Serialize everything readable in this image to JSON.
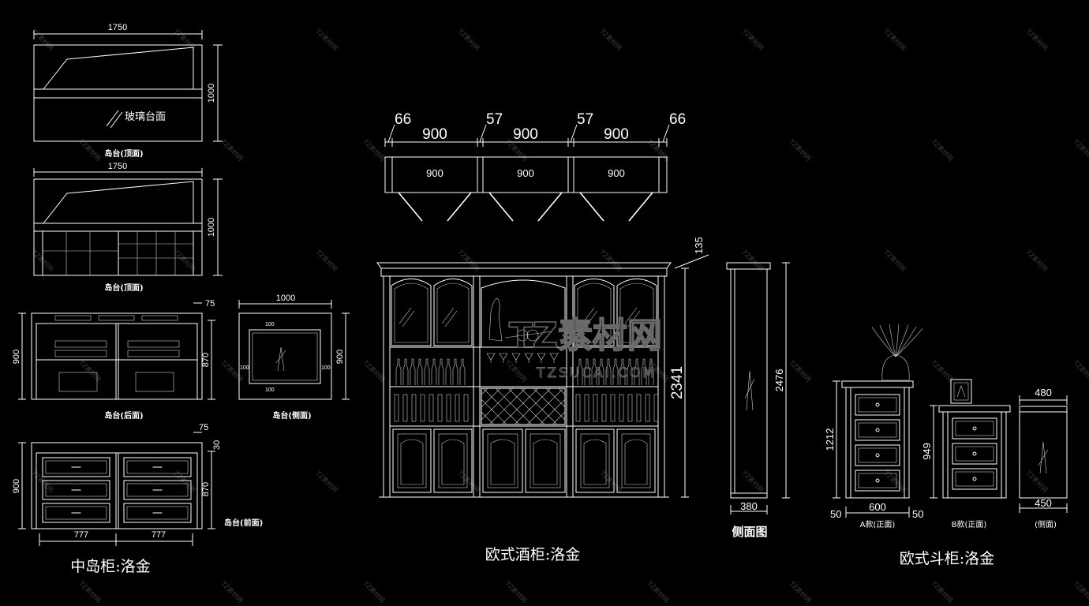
{
  "left_group": {
    "view1": {
      "width_dim": "1750",
      "height_dim": "1000",
      "glass_label": "玻璃台面",
      "caption": "岛台(顶面)"
    },
    "view2": {
      "width_dim": "1750",
      "height_dim": "1000",
      "caption": "岛台(顶面)"
    },
    "view3": {
      "small_dim": "75",
      "height_left": "900",
      "height_right": "870",
      "caption": "岛台(后面)"
    },
    "view4": {
      "width_dim": "1000",
      "height_dim": "900",
      "margin_left": "100",
      "margin_right": "100",
      "margin_top": "100",
      "margin_bottom": "100",
      "caption": "岛台(侧面)"
    },
    "view5": {
      "small_dim": "75",
      "top_dim": "30",
      "height_left": "900",
      "height_right": "870",
      "width_a": "777",
      "width_b": "777",
      "caption": "岛台(前面)"
    },
    "title": "中岛柜:洛金"
  },
  "middle_group": {
    "top_plan": {
      "gap_a": "66",
      "gap_b": "57",
      "gap_c": "57",
      "gap_d": "66",
      "top_widths": [
        "900",
        "900",
        "900"
      ],
      "inner_widths": [
        "900",
        "900",
        "900"
      ]
    },
    "elevation": {
      "top_dim": "135",
      "height_dim": "2341"
    },
    "side": {
      "height_dim": "2476",
      "depth_dim": "380",
      "caption": "侧面图"
    },
    "title": "欧式酒柜:洛金"
  },
  "right_group": {
    "a_model": {
      "height_dim": "1212",
      "width_dim": "600",
      "side_left": "50",
      "side_right": "50",
      "caption": "A款(正面)"
    },
    "b_model": {
      "height_dim": "949",
      "caption": "B款(正面)"
    },
    "side": {
      "top_dim": "480",
      "bottom_dim": "450",
      "caption": "(侧面)"
    },
    "title": "欧式斗柜:洛金"
  },
  "watermark": {
    "logo_text": "TZ素材网",
    "url_text": "TZSUCAI.COM",
    "tile_text": "TZ素材网"
  }
}
